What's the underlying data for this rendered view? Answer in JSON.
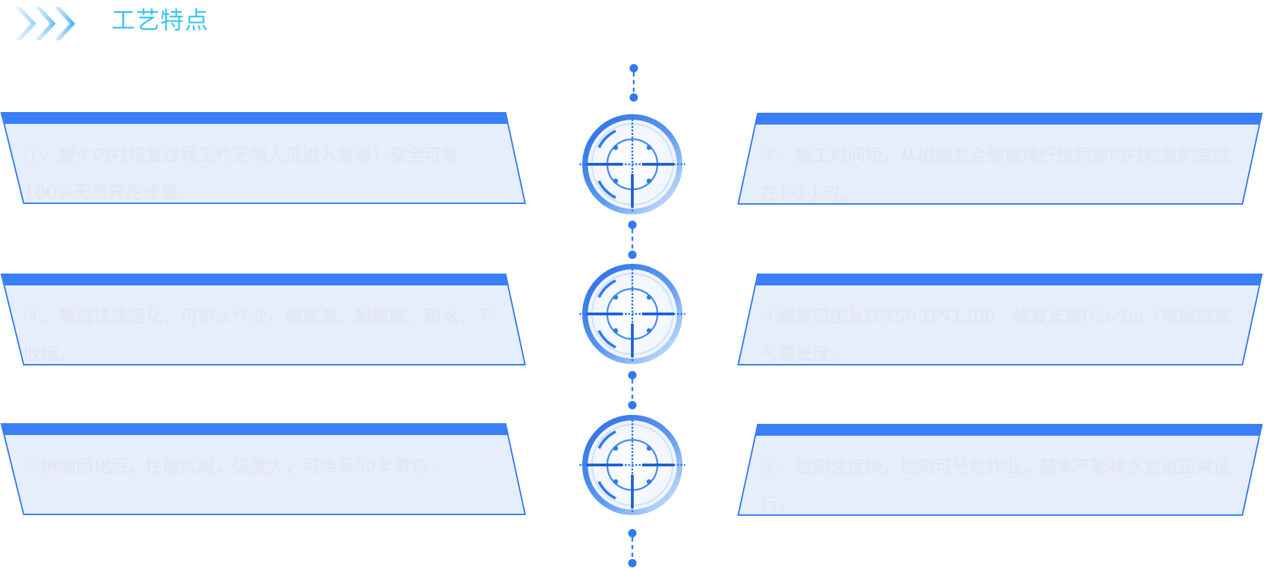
{
  "header": {
    "title": "工艺特点"
  },
  "colors": {
    "accent": "#3a7ff5",
    "card_fill": "#e6edfb",
    "card_stroke": "#2f7bee",
    "title": "#3ec6ee",
    "card_text": "#e3e6ef"
  },
  "features": [
    {
      "text": "①、整个内衬修复过程工作无需人员进入管道！安全可靠100%无须开挖修复。"
    },
    {
      "text": "②、施工时间短，从树脂混合到玻璃纤维局部内衬修复的完成在1-2小时。"
    },
    {
      "text": "③、常温快速固化，可带水作业，耐高温，耐酸碱，耐水，不收缩。"
    },
    {
      "text": "④修复范围从DN50-DN1200，修复长度0.5-5m（根据修复气囊长度。"
    },
    {
      "text": "⑤树脂固化后，性能优越，强度大，可维系50年寿命。"
    },
    {
      "text": "⑥、检测速度快，检测可分段作业，基本不影排水管道正常运行。"
    }
  ],
  "icons": {
    "header": "chevron-arrows-icon",
    "timeline_node": "crosshair-target-icon"
  }
}
